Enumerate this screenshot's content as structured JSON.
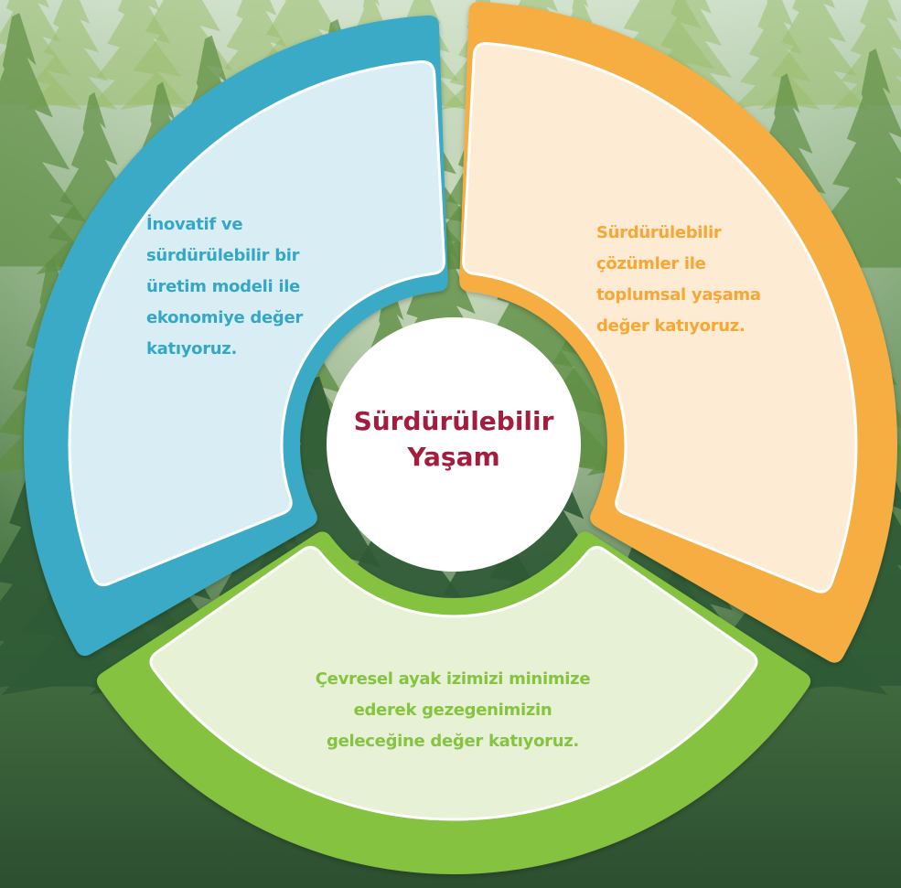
{
  "center": {
    "line1": "Sürdürülebilir",
    "line2": "Yaşam",
    "color": "#a31d3f"
  },
  "segments": [
    {
      "id": "economy",
      "lines": [
        "İnovatif ve",
        "sürdürülebilir bir",
        "üretim modeli ile",
        "ekonomiye değer",
        "katıyoruz."
      ],
      "accent": "#3aaac7",
      "fill": "#d9eef4",
      "text_color": "#35a7c6"
    },
    {
      "id": "society",
      "lines": [
        "Sürdürülebilir",
        "çözümler ile",
        "toplumsal yaşama",
        "değer katıyoruz."
      ],
      "accent": "#f6ae42",
      "fill": "#fdebd3",
      "text_color": "#f6a735"
    },
    {
      "id": "environment",
      "lines": [
        "Çevresel ayak izimizi minimize",
        "ederek gezegenimizin",
        "geleceğine değer katıyoruz."
      ],
      "accent": "#84c241",
      "fill": "#e6f1d5",
      "text_color": "#86c340"
    }
  ],
  "background": {
    "subject": "pine forest",
    "colors": [
      "#2f5a35",
      "#5f8f45",
      "#9bbd6d"
    ]
  }
}
